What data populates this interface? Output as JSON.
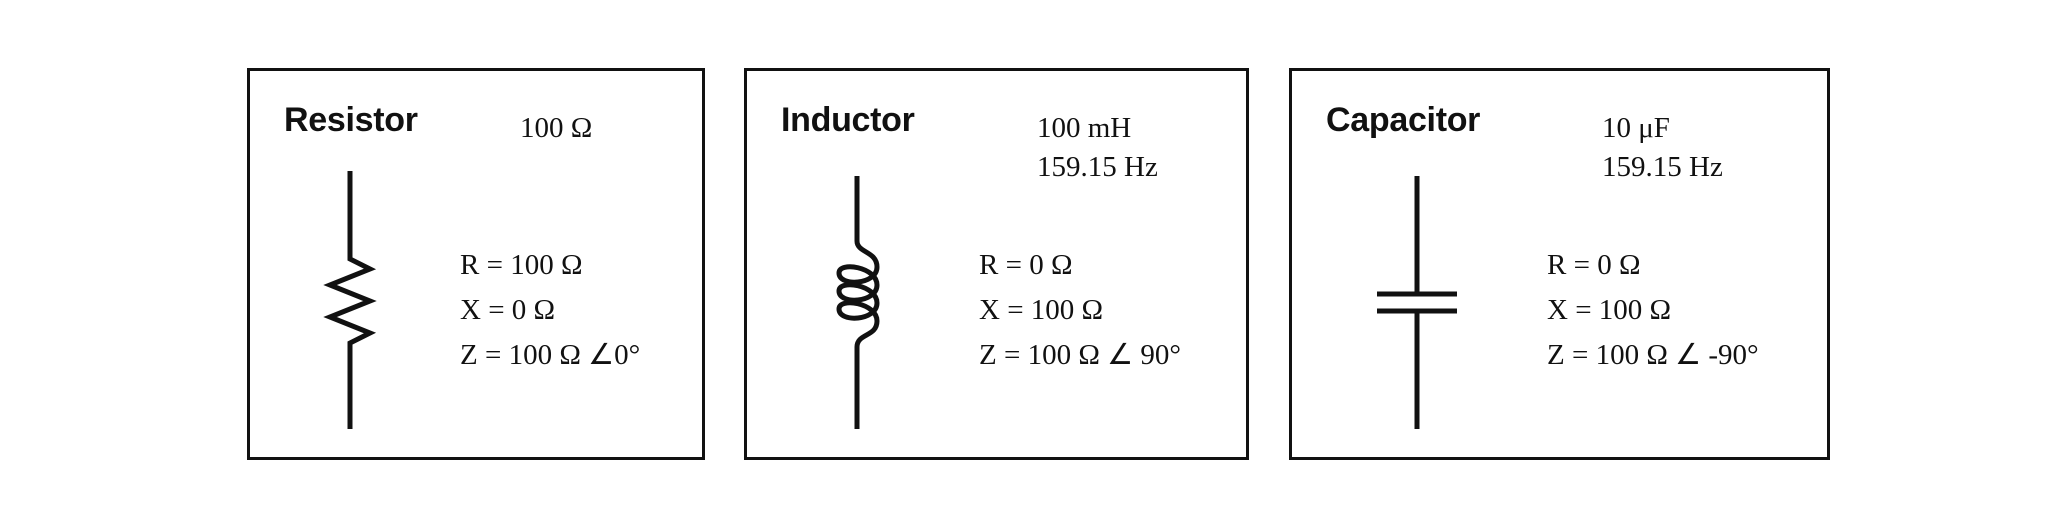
{
  "panels": {
    "resistor": {
      "title": "Resistor",
      "spec": [
        "100 Ω"
      ],
      "params": [
        "R = 100 Ω",
        "X = 0 Ω",
        "Z  = 100 Ω ∠0°"
      ]
    },
    "inductor": {
      "title": "Inductor",
      "spec": [
        "100 mH",
        "159.15 Hz"
      ],
      "params": [
        "R = 0 Ω",
        "X = 100 Ω",
        "Z = 100 Ω ∠ 90°"
      ]
    },
    "capacitor": {
      "title": "Capacitor",
      "spec": [
        "10 μF",
        "159.15 Hz"
      ],
      "params": [
        "R = 0 Ω",
        "X = 100 Ω",
        "Z = 100 Ω ∠ -90°"
      ]
    }
  }
}
